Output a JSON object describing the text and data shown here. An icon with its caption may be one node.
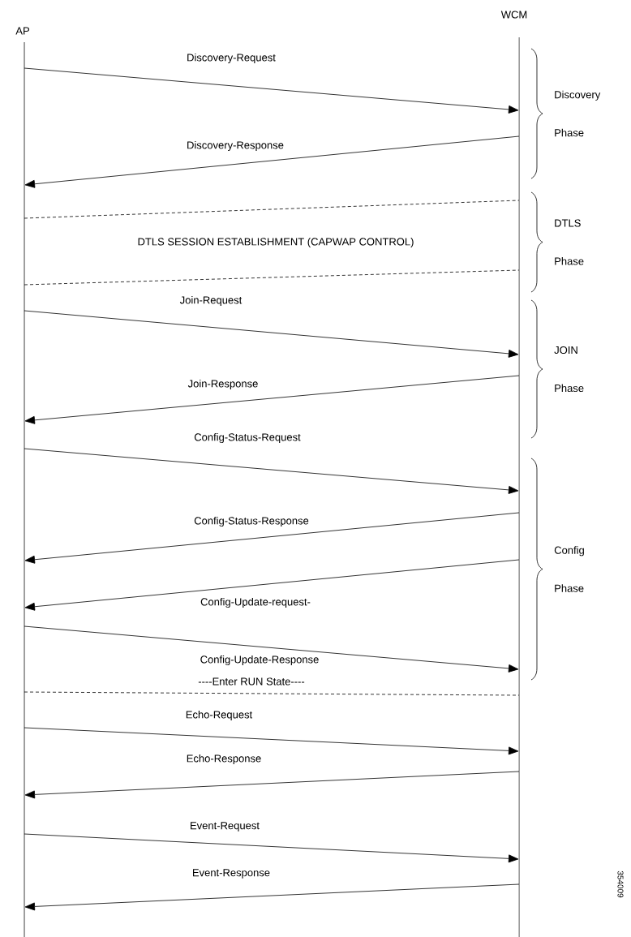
{
  "diagram": {
    "nodes": [
      {
        "text": [
          "AP"
        ]
      },
      {
        "text": [
          "WCM"
        ]
      }
    ],
    "edges": [
      {
        "from": 0,
        "to": 1,
        "arrow": "to",
        "label": "Discovery-Request"
      },
      {
        "from": 1,
        "to": 0,
        "arrow": "to",
        "label": "Discovery-Response"
      },
      {
        "from": 0,
        "to": 1,
        "arrow": "none",
        "style": "dashed"
      },
      {
        "from": 0,
        "to": 1,
        "arrow": "none",
        "style": "dashed"
      },
      {
        "from": 0,
        "to": 1,
        "arrow": "to",
        "label": "Join-Request"
      },
      {
        "from": 1,
        "to": 0,
        "arrow": "to",
        "label": "Join-Response"
      },
      {
        "from": 0,
        "to": 1,
        "arrow": "to",
        "label": "Config-Status-Request"
      },
      {
        "from": 1,
        "to": 0,
        "arrow": "to",
        "label": "Config-Status-Response"
      },
      {
        "from": 1,
        "to": 0,
        "arrow": "to",
        "label": "Config-Update-request-"
      },
      {
        "from": 0,
        "to": 1,
        "arrow": "to",
        "label": "Config-Update-Response"
      },
      {
        "from": 0,
        "to": 1,
        "arrow": "none",
        "style": "dashed"
      },
      {
        "from": 0,
        "to": 1,
        "arrow": "to",
        "label": "Echo-Request"
      },
      {
        "from": 1,
        "to": 0,
        "arrow": "to",
        "label": "Echo-Response"
      },
      {
        "from": 0,
        "to": 1,
        "arrow": "to",
        "label": "Event-Request"
      },
      {
        "from": 1,
        "to": 0,
        "arrow": "to",
        "label": "Event-Response"
      }
    ],
    "labels": [
      "Discovery Phase",
      "DTLS Phase",
      "DTLS SESSION ESTABLISHMENT (CAPWAP CONTROL)",
      "JOIN Phase",
      "Config Phase",
      "----Enter RUN State----",
      "354009"
    ]
  }
}
